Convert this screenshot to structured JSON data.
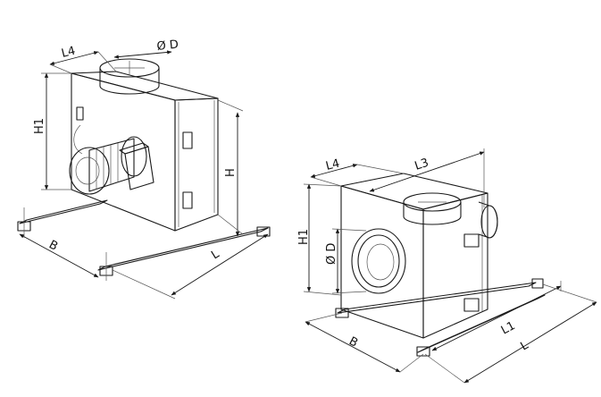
{
  "left_unit": {
    "labels": {
      "l4": "L4",
      "diameter": "Ø D",
      "h1": "H1",
      "h": "H",
      "b": "B",
      "l": "L"
    }
  },
  "right_unit": {
    "labels": {
      "l4": "L4",
      "l3": "L3",
      "h1": "H1",
      "diameter": "Ø D",
      "b": "B",
      "l1": "L1",
      "l": "L"
    }
  },
  "colors": {
    "housing_top": "#e9e9e9",
    "housing_front": "#c9c9c9",
    "housing_side": "#f2f2f2",
    "motor": "#d4d4d4",
    "stroke": "#1a1a1a"
  }
}
